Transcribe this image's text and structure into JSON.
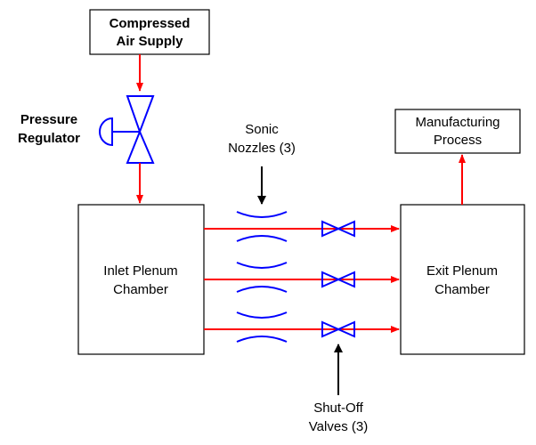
{
  "boxes": {
    "air_supply": [
      "Compressed",
      "Air Supply"
    ],
    "inlet_plenum": [
      "Inlet Plenum",
      "Chamber"
    ],
    "exit_plenum": [
      "Exit Plenum",
      "Chamber"
    ],
    "manufacturing": [
      "Manufacturing",
      "Process"
    ]
  },
  "labels": {
    "pressure_regulator": [
      "Pressure",
      "Regulator"
    ],
    "sonic_nozzles": [
      "Sonic",
      "Nozzles (3)"
    ],
    "shutoff_valves": [
      "Shut-Off",
      "Valves (3)"
    ]
  },
  "colors": {
    "flow": "#ff0000",
    "components": "#0000ff",
    "outline": "#000000",
    "background": "#ffffff"
  }
}
